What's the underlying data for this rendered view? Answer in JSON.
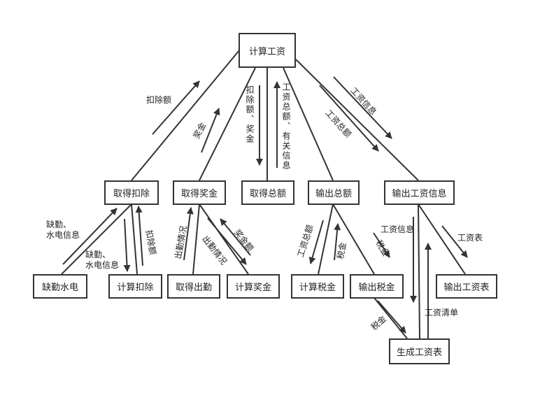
{
  "nodes": {
    "root": "计算工资",
    "deduct": "取得扣除",
    "bonus": "取得奖金",
    "total": "取得总额",
    "outTotal": "输出总额",
    "outInfo": "输出工资信息",
    "absence": "缺勤水电",
    "calcDeduct": "计算扣除",
    "attend": "取得出勤",
    "calcBonus": "计算奖金",
    "calcTax": "计算税金",
    "outTax": "输出税金",
    "outTable": "输出工资表",
    "genTable": "生成工资表"
  },
  "labels": {
    "deductAmount": "扣除额",
    "bonus1": "奖金",
    "deductBonus": "扣除额、奖金",
    "totalRelated": "工资总额、有关信息",
    "salaryInfo1": "工资信息",
    "salaryTotal1": "工资总额",
    "absence1": "缺勤、\n水电信息",
    "absence2": "缺勤、\n水电信息",
    "deductAmount2": "扣除额",
    "attend1": "出勤情况",
    "attend2": "出勤情况",
    "bonusAmount": "奖金额",
    "salaryTotal2": "工资总额",
    "tax1": "税金",
    "tax2": "税金",
    "salaryInfo2": "工资信息",
    "salaryTable": "工资表",
    "tax3": "税金",
    "salaryList": "工资清单"
  }
}
